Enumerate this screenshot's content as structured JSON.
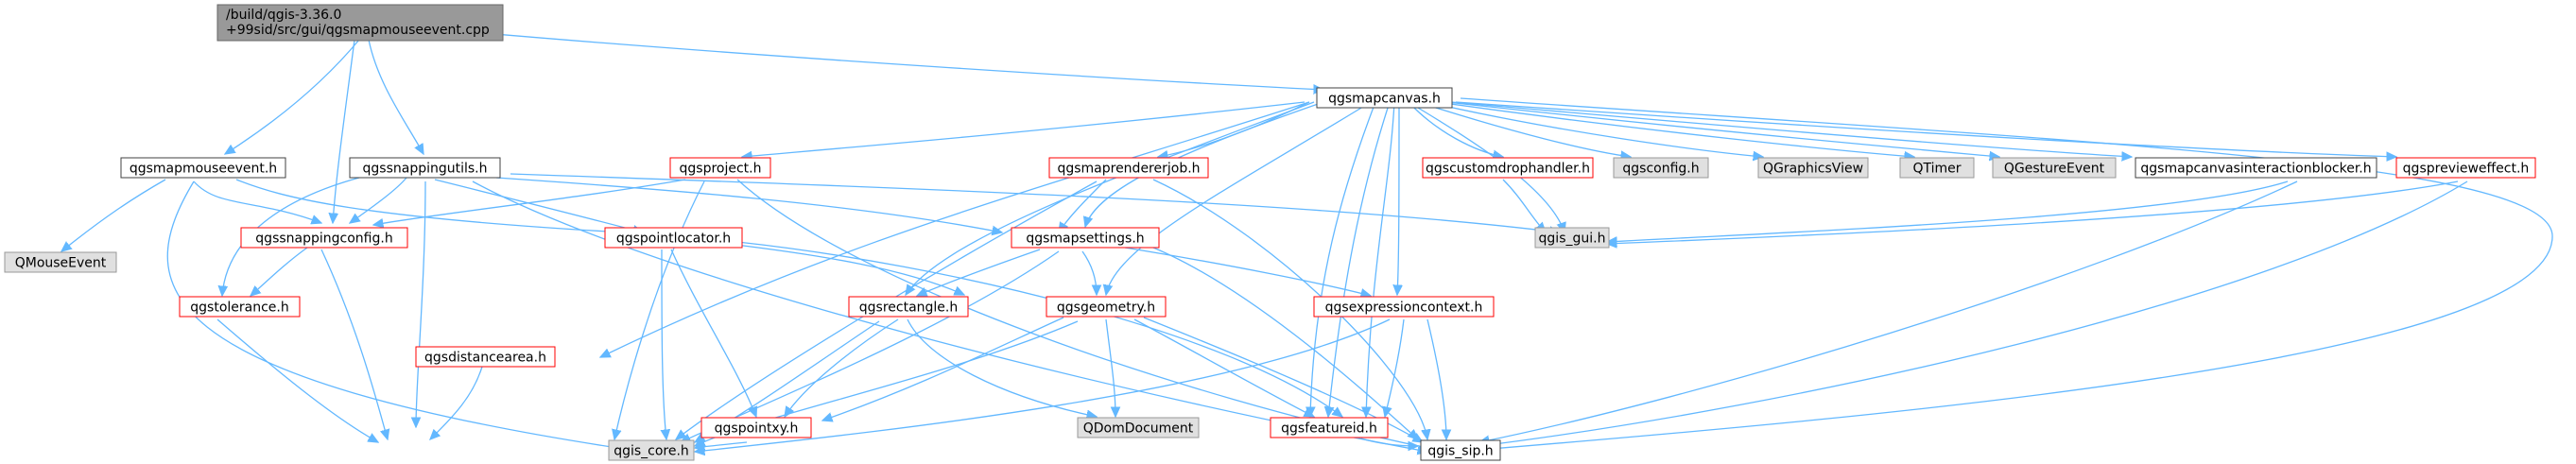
{
  "graph": {
    "root": {
      "line1": "/build/qgis-3.36.0",
      "line2": "+99sid/src/gui/qgsmapmouseevent.cpp"
    },
    "nodes": {
      "qgsmapcanvas_h": "qgsmapcanvas.h",
      "qgsmapmouseevent_h": "qgsmapmouseevent.h",
      "qgssnappingutils_h": "qgssnappingutils.h",
      "qmouseevent": "QMouseEvent",
      "qgssnappingconfig_h": "qgssnappingconfig.h",
      "qgstolerance_h": "qgstolerance.h",
      "qgsproject_h": "qgsproject.h",
      "qgspointlocator_h": "qgspointlocator.h",
      "qgsmaprendererjob_h": "qgsmaprendererjob.h",
      "qgsmapsettings_h": "qgsmapsettings.h",
      "qgsrectangle_h": "qgsrectangle.h",
      "qgsgeometry_h": "qgsgeometry.h",
      "qgsdistancearea_h": "qgsdistancearea.h",
      "qgspointxy_h": "qgspointxy.h",
      "qgis_core_h": "qgis_core.h",
      "qdomdocument": "QDomDocument",
      "qgsfeatureid_h": "qgsfeatureid.h",
      "qgis_sip_h": "qgis_sip.h",
      "qgscustomdrophandler_h": "qgscustomdrophandler.h",
      "qgsexpressioncontext_h": "qgsexpressioncontext.h",
      "qgsconfig_h": "qgsconfig.h",
      "qgraphicsview": "QGraphicsView",
      "qtimer": "QTimer",
      "qgestureevent": "QGestureEvent",
      "qgsmapcanvasinteractionblocker_h": "qgsmapcanvasinteractionblocker.h",
      "qgsprevieweffect_h": "qgsprevieweffect.h",
      "qgis_gui_h": "qgis_gui.h"
    },
    "colors": {
      "edge": "#63b8ff",
      "normal_border": "#404040",
      "truncated_border": "#ff0000",
      "external_fill": "#e0e0e0",
      "external_border": "#999999",
      "root_fill": "#999999",
      "root_border": "#666666",
      "text": "#000000"
    }
  }
}
